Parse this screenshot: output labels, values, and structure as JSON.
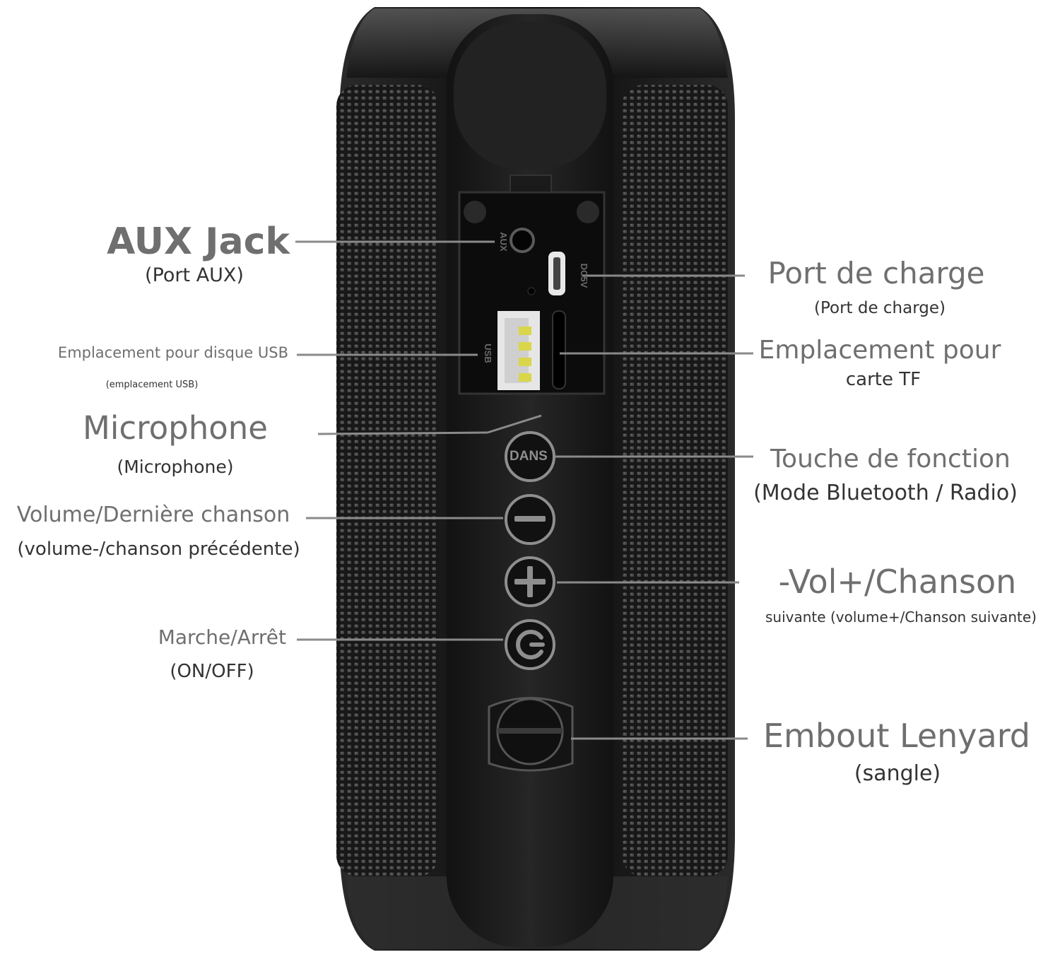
{
  "labels": {
    "aux_title": "AUX Jack",
    "aux_sub": "(Port AUX)",
    "usb_title": "Emplacement pour disque USB",
    "usb_sub": "(emplacement USB)",
    "mic_title": "Microphone",
    "mic_sub": "(Microphone)",
    "vol_down_title": "Volume/Dernière chanson",
    "vol_down_sub": "(volume-/chanson précédente)",
    "power_title": "Marche/Arrêt",
    "power_sub": "(ON/OFF)",
    "charge_title": "Port de charge",
    "charge_sub": "(Port de charge)",
    "tf_title": "Emplacement pour",
    "tf_sub": "carte TF",
    "func_title": "Touche de fonction",
    "func_sub": "(Mode Bluetooth / Radio)",
    "vol_up_title": "-Vol+/Chanson",
    "vol_up_sub": "suivante (volume+/Chanson suivante)",
    "lanyard_title": "Embout Lenyard",
    "lanyard_sub": "(sangle)"
  },
  "device": {
    "function_button_text": "DANS",
    "port_aux_text": "AUX",
    "port_dc_text": "DC5V",
    "port_usb_text": "USB"
  },
  "icons": [
    "minus-icon",
    "plus-icon",
    "power-icon",
    "lanyard-clip-icon"
  ],
  "colors": {
    "label_text": "#6f6f6f",
    "leader_line": "#8a8a8a",
    "speaker_body": "#141414",
    "button_ring": "#8e8e8e",
    "usb_contacts": "#d9d64a"
  }
}
